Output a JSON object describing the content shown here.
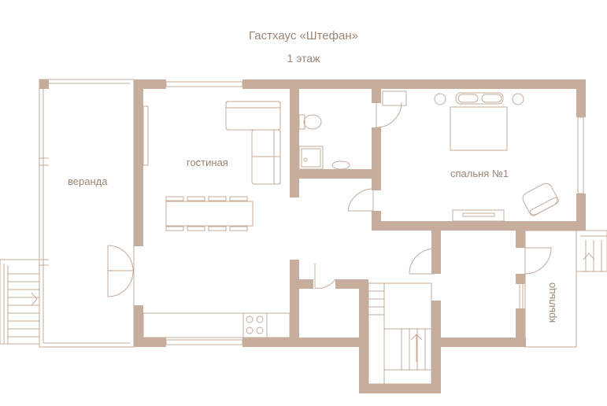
{
  "header": {
    "title": "Гастхаус «Штефан»",
    "floor": "1 этаж"
  },
  "rooms": {
    "veranda": "веранда",
    "living": "гостиная",
    "bedroom": "спальня №1",
    "porch": "крыльцо"
  },
  "colors": {
    "wall": "#c7ad9c",
    "line": "#c4ab9a",
    "text": "#9c8574"
  }
}
